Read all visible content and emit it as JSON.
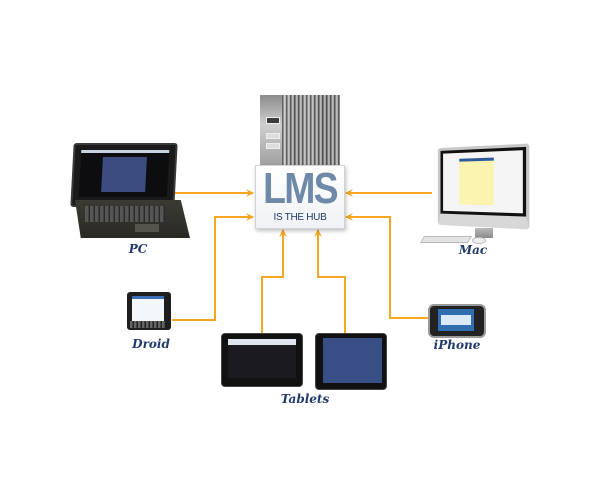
{
  "diagram": {
    "type": "hub-and-spoke",
    "hub": {
      "title": "LMS",
      "subtitle": "IS THE HUB",
      "icon": "server-tower-icon"
    },
    "nodes": [
      {
        "id": "pc",
        "label": "PC",
        "icon": "laptop-icon"
      },
      {
        "id": "mac",
        "label": "Mac",
        "icon": "imac-desktop-icon"
      },
      {
        "id": "droid",
        "label": "Droid",
        "icon": "android-phone-icon"
      },
      {
        "id": "iphone",
        "label": "iPhone",
        "icon": "iphone-icon"
      },
      {
        "id": "tablets",
        "label": "Tablets",
        "icon": "tablet-icon"
      }
    ],
    "edges": [
      {
        "from": "pc",
        "to": "hub"
      },
      {
        "from": "droid",
        "to": "hub"
      },
      {
        "from": "tablets",
        "to": "hub"
      },
      {
        "from": "tablets",
        "to": "hub"
      },
      {
        "from": "mac",
        "to": "hub"
      },
      {
        "from": "iphone",
        "to": "hub"
      }
    ],
    "colors": {
      "arrow": "#f5a623",
      "label": "#1f3a6b",
      "hub_text": "#6e8aa8"
    }
  }
}
